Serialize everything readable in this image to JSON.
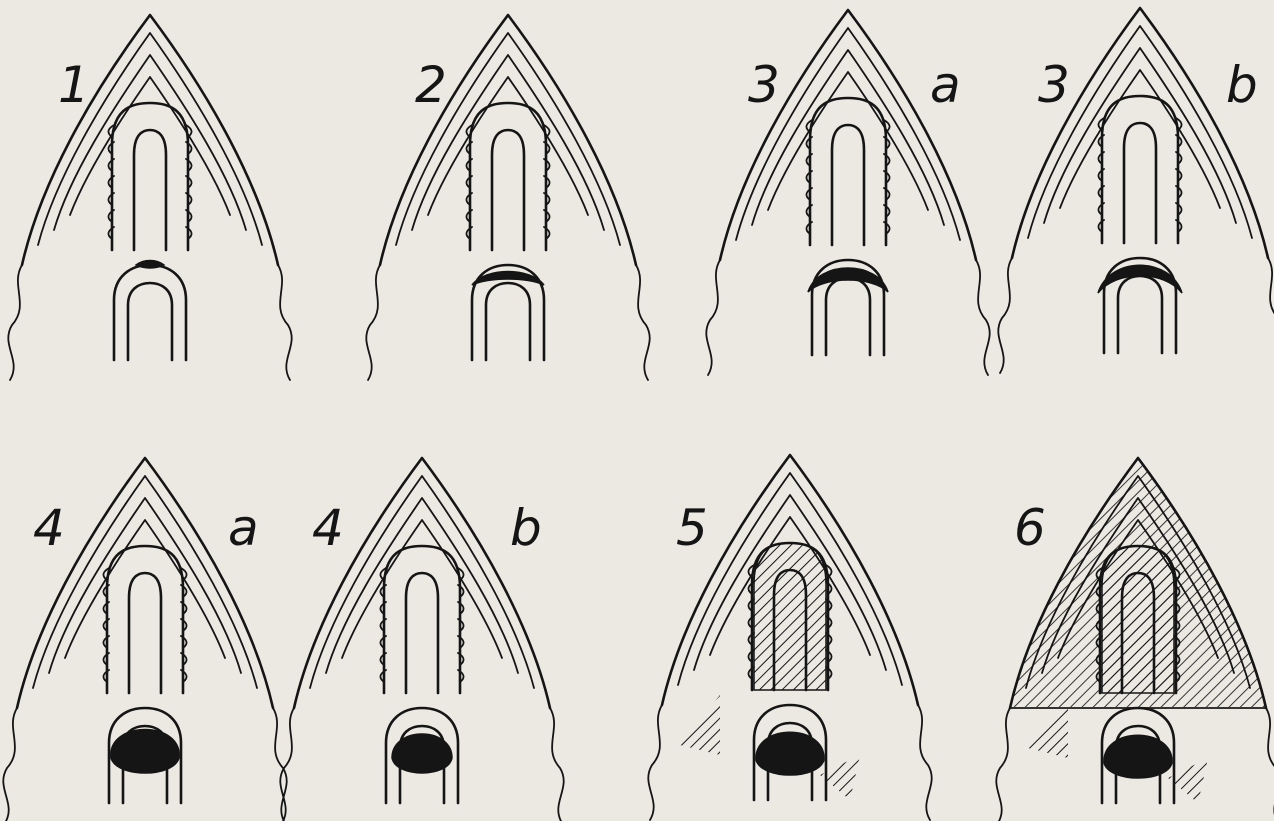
{
  "figure": {
    "panels": [
      {
        "id": "p1",
        "number": "1",
        "letter": "",
        "lesion": 0
      },
      {
        "id": "p2",
        "number": "2",
        "letter": "",
        "lesion": 1
      },
      {
        "id": "p3a",
        "number": "3",
        "letter": "a",
        "lesion": 2
      },
      {
        "id": "p3b",
        "number": "3",
        "letter": "b",
        "lesion": 3
      },
      {
        "id": "p4a",
        "number": "4",
        "letter": "a",
        "lesion": 4
      },
      {
        "id": "p4b",
        "number": "4",
        "letter": "b",
        "lesion": 5
      },
      {
        "id": "p5",
        "number": "5",
        "letter": "",
        "lesion": 6
      },
      {
        "id": "p6",
        "number": "6",
        "letter": "",
        "lesion": 7
      }
    ],
    "colors": {
      "ink": "#151515",
      "paper": "#ebe9e2"
    }
  }
}
